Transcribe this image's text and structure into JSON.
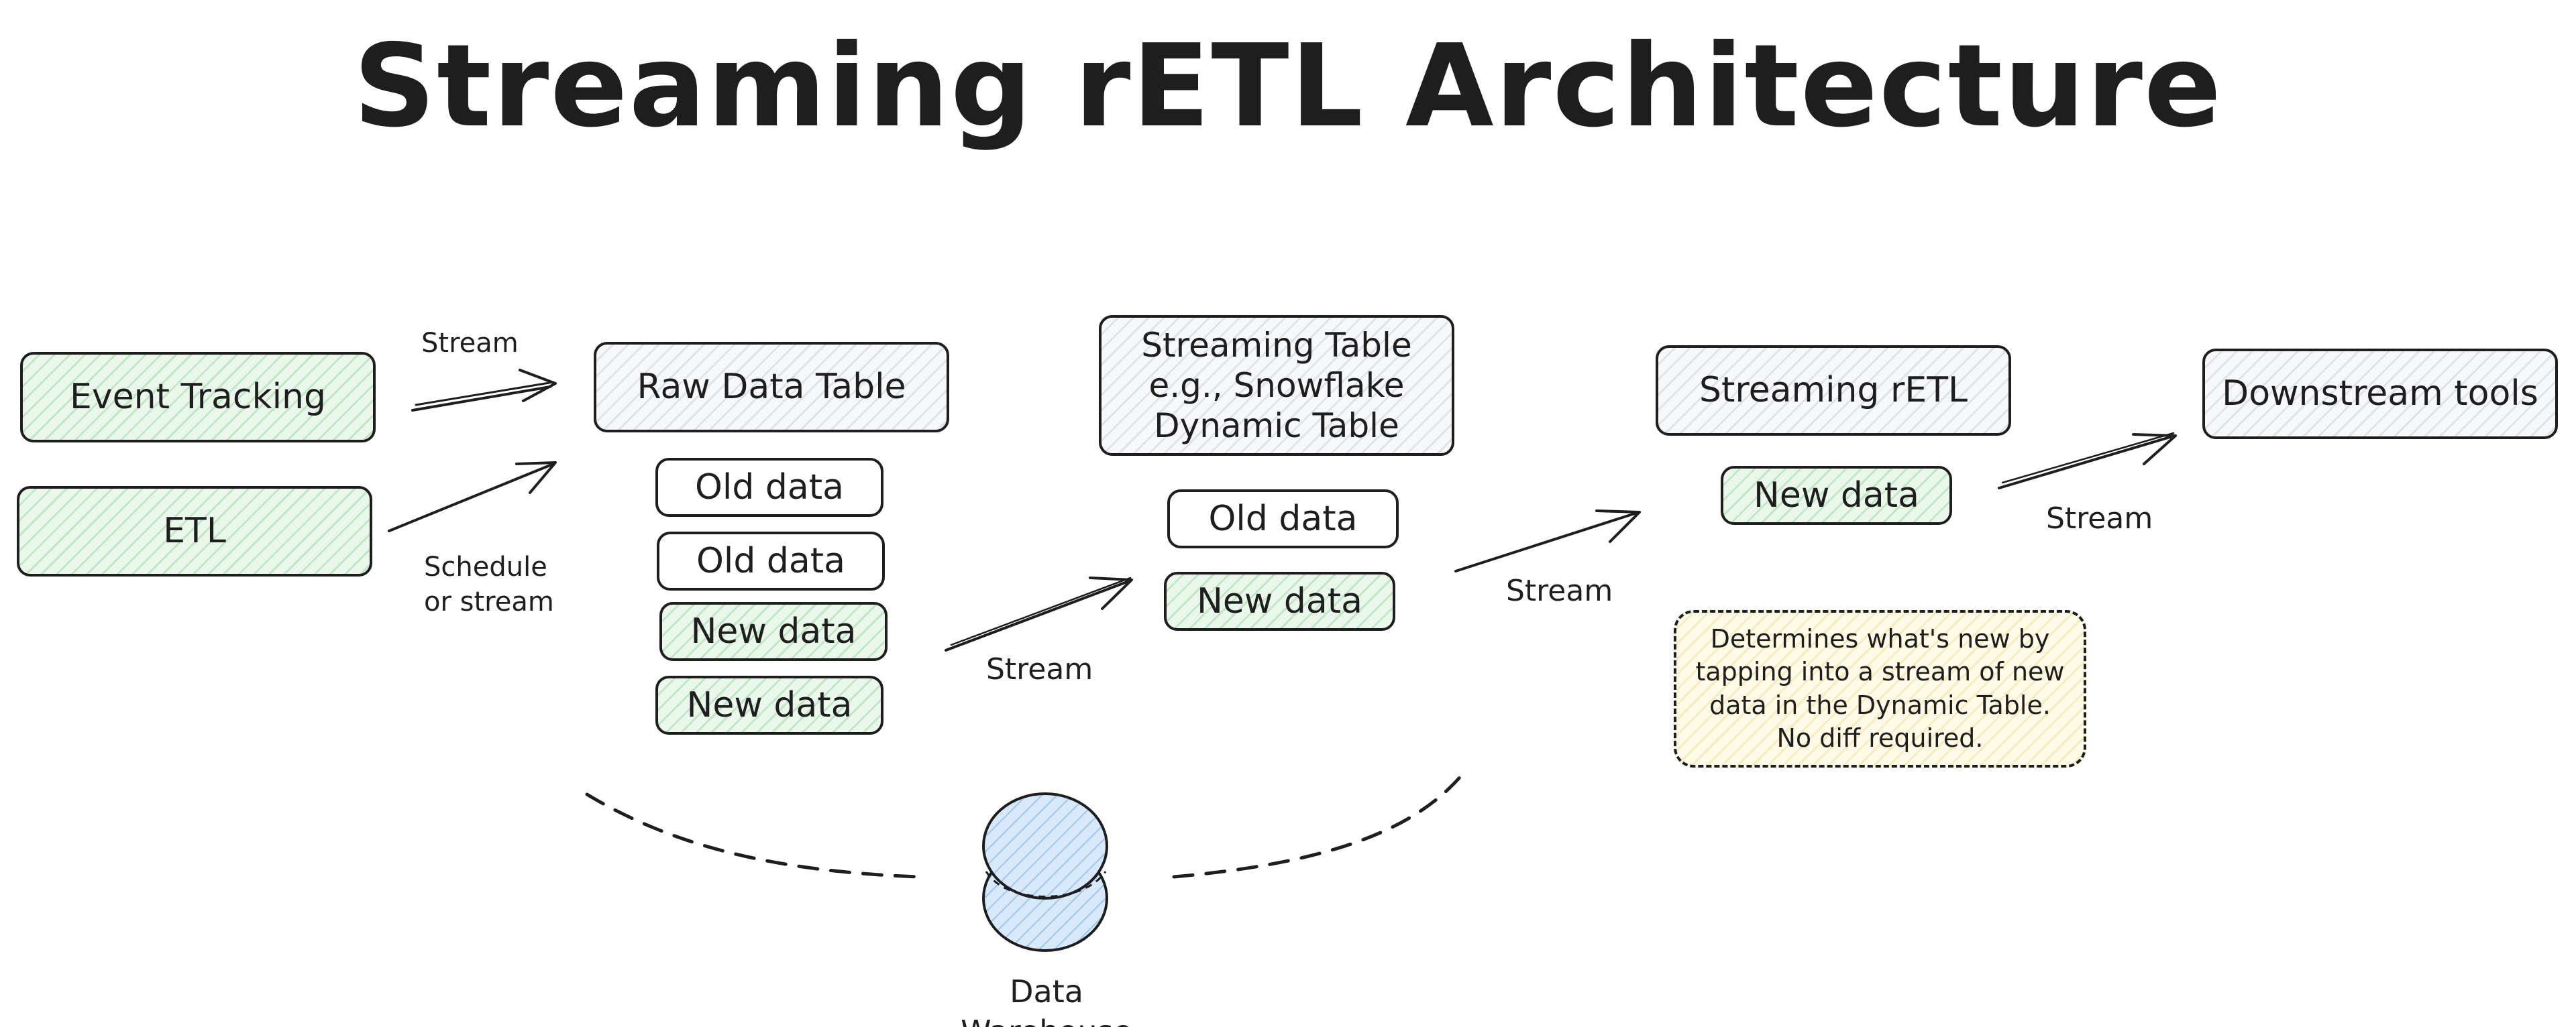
{
  "title": "Streaming rETL Architecture",
  "sources": {
    "event_tracking": "Event Tracking",
    "etl": "ETL"
  },
  "raw_table": {
    "title": "Raw Data Table",
    "rows": [
      "Old data",
      "Old data",
      "New data",
      "New data"
    ]
  },
  "streaming_table": {
    "title": "Streaming Table\ne.g., Snowflake\nDynamic Table",
    "rows": [
      "Old data",
      "New data"
    ]
  },
  "retl": {
    "title": "Streaming rETL",
    "rows": [
      "New data"
    ]
  },
  "downstream": {
    "title": "Downstream tools"
  },
  "edge_labels": {
    "event_to_raw": "Stream",
    "etl_to_raw": "Schedule\nor stream",
    "raw_to_streaming": "Stream",
    "streaming_to_retl": "Stream",
    "retl_to_downstream": "Stream"
  },
  "note": "Determines what's new by\ntapping into a stream of new\ndata in the Dynamic Table.\nNo diff required.",
  "warehouse": {
    "label": "Data Warehouse",
    "icon": "database-icon"
  },
  "colors": {
    "ink": "#1e1e1e",
    "green_fill": "#eaf8ec",
    "grey_fill": "#f7f8fa",
    "note_fill": "#fffbe6",
    "db_fill": "#d7e9fb",
    "db_stroke": "#1e1e1e"
  }
}
